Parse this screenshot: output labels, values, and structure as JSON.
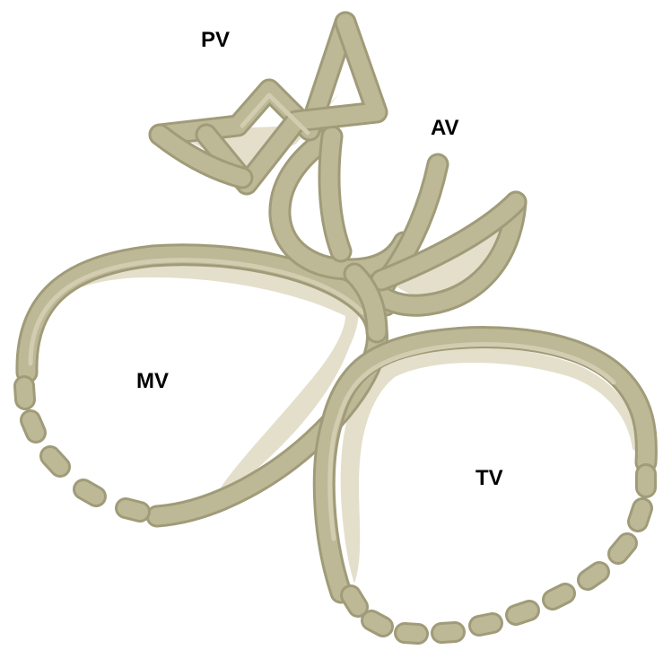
{
  "labels": {
    "pv": "PV",
    "av": "AV",
    "mv": "MV",
    "tv": "TV"
  },
  "colors": {
    "band_outline": "#a09b78",
    "band_fill": "#bdb896",
    "band_highlight": "#d2cdb0",
    "shadow": "#e4dfcb",
    "background": "#ffffff"
  }
}
